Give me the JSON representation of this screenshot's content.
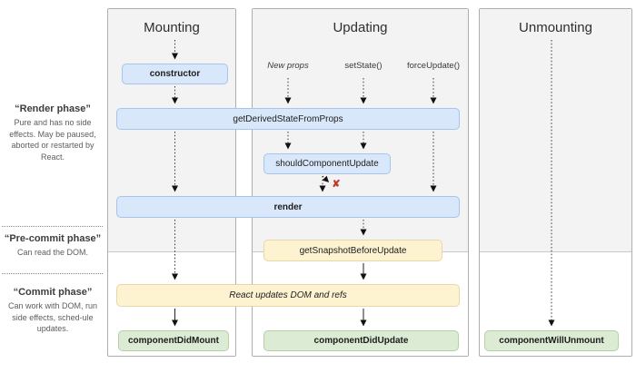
{
  "columns": [
    {
      "title": "Mounting"
    },
    {
      "title": "Updating"
    },
    {
      "title": "Unmounting"
    }
  ],
  "side_labels": [
    {
      "title": "“Render phase”",
      "description": "Pure and has no side effects. May be paused, aborted or restarted by React."
    },
    {
      "title": "“Pre-commit phase”",
      "description": "Can read the DOM."
    },
    {
      "title": "“Commit phase”",
      "description": "Can work with DOM, run side effects, sched-ule updates."
    }
  ],
  "updating_triggers": [
    {
      "label": "New props"
    },
    {
      "label": "setState()"
    },
    {
      "label": "forceUpdate()"
    }
  ],
  "nodes": {
    "constructor": "constructor",
    "getDerivedStateFromProps": "getDerivedStateFromProps",
    "shouldComponentUpdate": "shouldComponentUpdate",
    "render": "render",
    "getSnapshotBeforeUpdate": "getSnapshotBeforeUpdate",
    "reactUpdatesDom": "React updates DOM and refs",
    "componentDidMount": "componentDidMount",
    "componentDidUpdate": "componentDidUpdate",
    "componentWillUnmount": "componentWillUnmount"
  },
  "markers": {
    "no_update_x": "✘"
  },
  "colors": {
    "lifecycle_method_fill": "#d9e7fa",
    "lifecycle_method_border": "#a6c4ee",
    "side_effect_fill": "#fdf3d1",
    "side_effect_border": "#e8d8a7",
    "commit_method_fill": "#dcebd3",
    "commit_method_border": "#b6d0a6",
    "stop_x_color": "#c0392b",
    "panel_shade_fill": "#f3f3f3",
    "panel_border": "#aeaeae"
  }
}
